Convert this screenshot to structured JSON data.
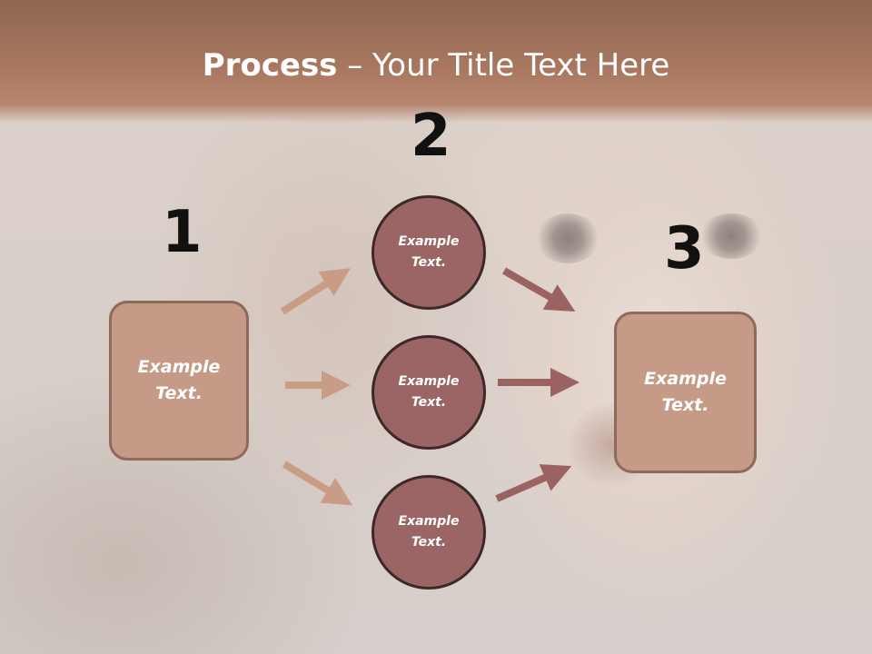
{
  "title": {
    "bold": "Process",
    "rest": " – Your Title Text Here"
  },
  "steps": [
    {
      "number": "1"
    },
    {
      "number": "2"
    },
    {
      "number": "3"
    }
  ],
  "left_box": {
    "label": "Example\nText."
  },
  "circles": [
    {
      "label": "Example\nText."
    },
    {
      "label": "Example\nText."
    },
    {
      "label": "Example\nText."
    }
  ],
  "right_box": {
    "label": "Example\nText."
  },
  "colors": {
    "title_band": "#a9775f",
    "box_fill": "#c59a86",
    "box_border": "#8e6a5d",
    "circle_fill": "#9b6565",
    "circle_border": "#3e2827",
    "arrow_left": "#c99c86",
    "arrow_right": "#9b6262"
  }
}
